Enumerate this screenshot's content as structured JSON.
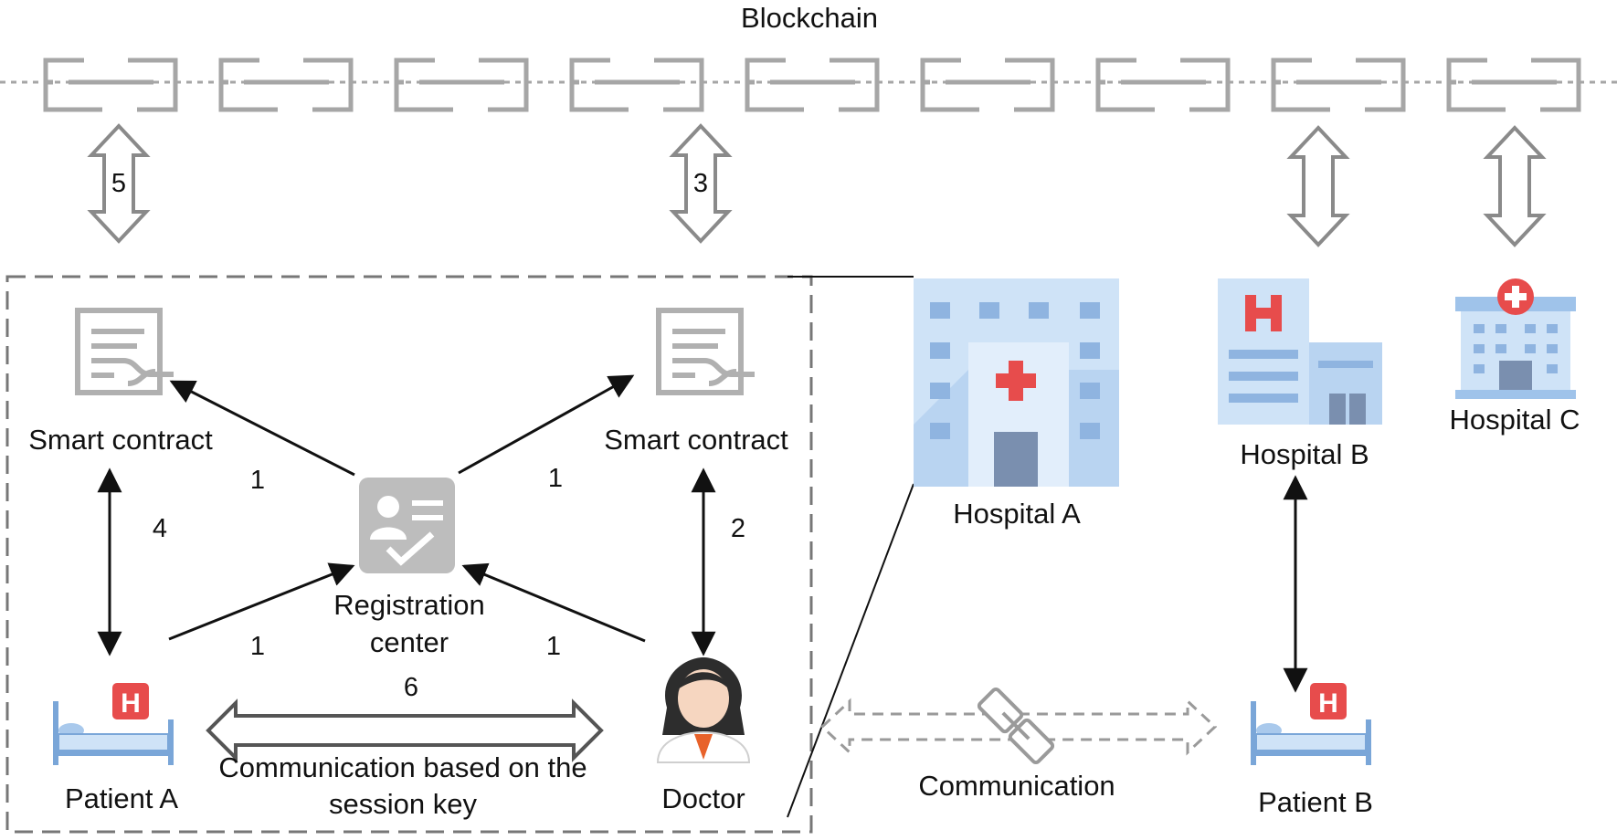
{
  "title": "Blockchain",
  "nodes": {
    "smart_contract_left": "Smart contract",
    "smart_contract_right": "Smart contract",
    "registration_center": [
      "Registration",
      "center"
    ],
    "patient_a": "Patient A",
    "doctor": "Doctor",
    "hospital_a": "Hospital A",
    "hospital_b": "Hospital B",
    "hospital_c": "Hospital C",
    "patient_b": "Patient B"
  },
  "edges": {
    "step_5": "5",
    "step_3": "3",
    "step_4": "4",
    "step_2": "2",
    "step_1_top_left": "1",
    "step_1_top_right": "1",
    "step_1_bottom_left": "1",
    "step_1_bottom_right": "1",
    "step_6": "6",
    "session_comm": [
      "Communication based on the",
      "session key"
    ],
    "communication": "Communication"
  },
  "icons": {
    "hospital_badge": "H",
    "cross": "+"
  },
  "colors": {
    "chain": "#a6a6a6",
    "hospital_light": "#cfe3f7",
    "hospital_accent": "#e74c4c",
    "bed_blue": "#7aa6d8",
    "dashed_border": "#777777"
  }
}
